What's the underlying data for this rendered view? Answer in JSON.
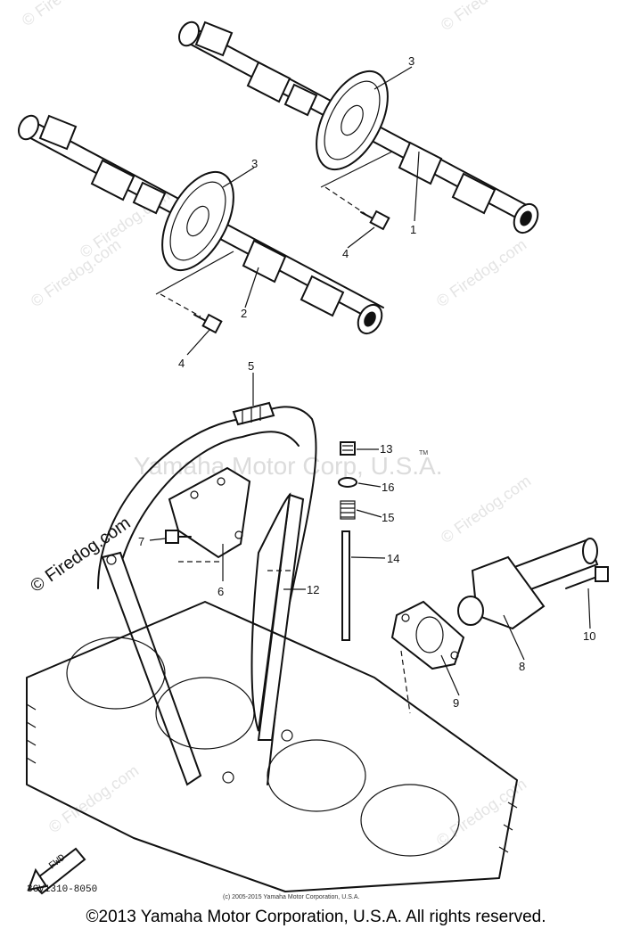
{
  "watermarks": {
    "firedog": "© Firedog.com",
    "yamaha": "Yamaha Motor Corp, U.S.A.",
    "tm": "TM"
  },
  "callouts": {
    "c1": "1",
    "c2": "2",
    "c3a": "3",
    "c3b": "3",
    "c4a": "4",
    "c4b": "4",
    "c5": "5",
    "c6": "6",
    "c7": "7",
    "c8": "8",
    "c9": "9",
    "c10": "10",
    "c12": "12",
    "c13": "13",
    "c14": "14",
    "c15": "15",
    "c16": "16"
  },
  "fwd_label": "FWD",
  "part_number": "3CV1310-8050",
  "small_copyright": "(c) 2005-2015 Yamaha Motor Corporation, U.S.A.",
  "footer": "©2013 Yamaha Motor Corporation, U.S.A. All rights reserved."
}
